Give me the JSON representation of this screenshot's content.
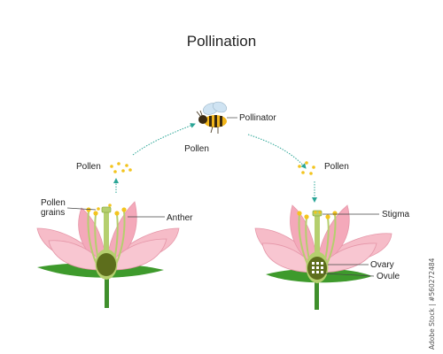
{
  "title": "Pollination",
  "labels": {
    "pollinator": "Pollinator",
    "pollen_center": "Pollen",
    "pollen_left": "Pollen",
    "pollen_right": "Pollen",
    "pollen_grains_1": "Pollen",
    "pollen_grains_2": "grains",
    "anther": "Anther",
    "stigma": "Stigma",
    "ovary": "Ovary",
    "ovule": "Ovule"
  },
  "watermark": "Adobe Stock | #560272484",
  "colors": {
    "petal": "#f6bcc8",
    "petal_stroke": "#e596a8",
    "stem": "#3f8f2c",
    "leaf": "#3e9a2c",
    "pistil": "#b5cf6e",
    "pollen": "#f3c41e",
    "arrow": "#2aa596"
  }
}
